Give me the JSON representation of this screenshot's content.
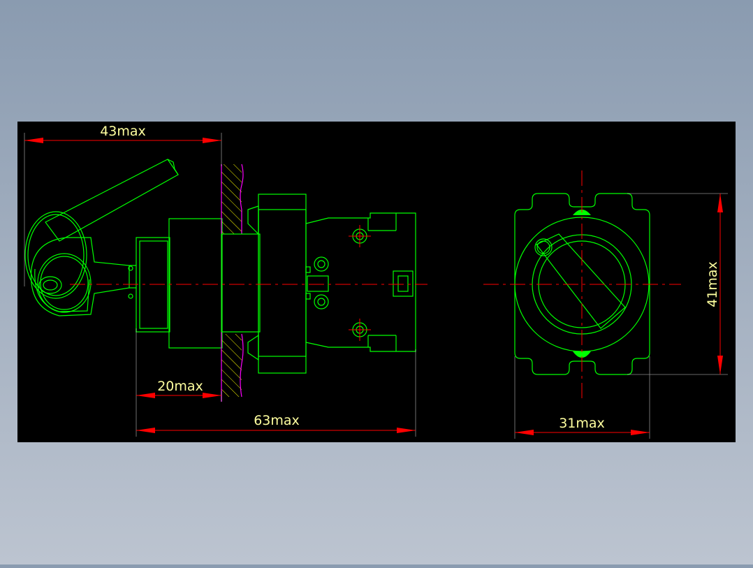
{
  "colors": {
    "background": "#8a9bb0",
    "canvas": "#000000",
    "outline": "#00ff00",
    "centerline": "#ff0000",
    "dimension_line": "#ff0000",
    "dimension_text": "#ffff9f",
    "hatch": "#ffff00",
    "panel_edge": "#ff00ff",
    "arrow": "#ff0000"
  },
  "dimensions": {
    "key_length": "43max",
    "front_depth": "20max",
    "total_length": "63max",
    "width": "31max",
    "height": "41max"
  }
}
